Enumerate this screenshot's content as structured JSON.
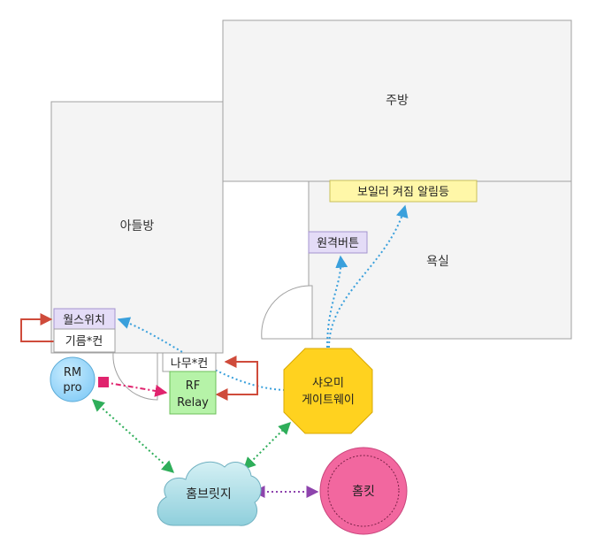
{
  "rooms": {
    "kitchen": "주방",
    "sons_room": "아들방",
    "bathroom": "욕실"
  },
  "devices": {
    "boiler_light": "보일러 켜짐 알림등",
    "remote_button": "원격버튼",
    "wall_switch": "월스위치",
    "oil_con": "기름*컨",
    "wood_con": "나무*컨",
    "rf_relay_line1": "RF",
    "rf_relay_line2": "Relay",
    "rm_pro_line1": "RM",
    "rm_pro_line2": "pro",
    "gateway_line1": "샤오미",
    "gateway_line2": "게이트웨이",
    "home_bridge": "홈브릿지",
    "homekit": "홈킷"
  },
  "colors": {
    "room_fill": "#f4f4f4",
    "room_stroke": "#a0a0a0",
    "yellow_box": "#fff7a8",
    "purple_box": "#e4dcf7",
    "green_box": "#b6f3a8",
    "rm_circle": "#9ed9fb",
    "gateway": "#ffd21f",
    "cloud": "#a9dde6",
    "homekit": "#f2679f",
    "blue_link": "#3aa0dc",
    "red_link": "#cf4b3b",
    "green_link": "#2fae5a",
    "purple_link": "#8e44ad",
    "pink_link": "#e0246e"
  }
}
